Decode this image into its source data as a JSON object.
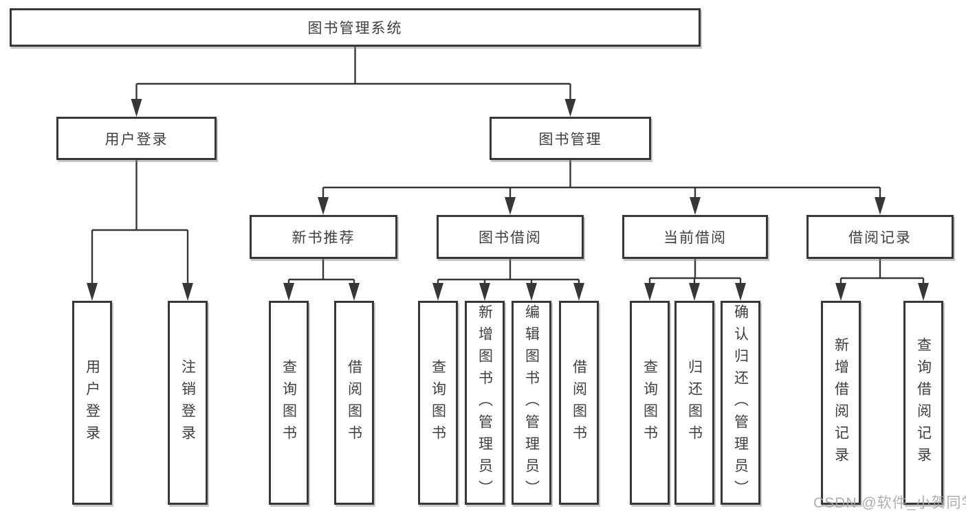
{
  "diagram": {
    "title": "图书管理系统",
    "root": {
      "label": "图书管理系统"
    },
    "branches": [
      {
        "label": "用户登录",
        "children": [
          {
            "label": "用户登录"
          },
          {
            "label": "注销登录"
          }
        ]
      },
      {
        "label": "图书管理",
        "children": [
          {
            "label": "新书推荐",
            "children": [
              {
                "label": "查询图书"
              },
              {
                "label": "借阅图书"
              }
            ]
          },
          {
            "label": "图书借阅",
            "children": [
              {
                "label": "查询图书"
              },
              {
                "label": "新增图书（管理员）"
              },
              {
                "label": "编辑图书（管理员）"
              },
              {
                "label": "借阅图书"
              }
            ]
          },
          {
            "label": "当前借阅",
            "children": [
              {
                "label": "查询图书"
              },
              {
                "label": "归还图书"
              },
              {
                "label": "确认归还（管理员）"
              }
            ]
          },
          {
            "label": "借阅记录",
            "children": [
              {
                "label": "新增借阅记录"
              },
              {
                "label": "查询借阅记录"
              }
            ]
          }
        ]
      }
    ]
  },
  "watermark": {
    "text": "CSDN @软件_小贺同学"
  },
  "colors": {
    "line": "#373737",
    "box_border": "#373737",
    "box_background": "#ffffff",
    "text": "#3f3f3f",
    "watermark": "#a5a5a5"
  }
}
